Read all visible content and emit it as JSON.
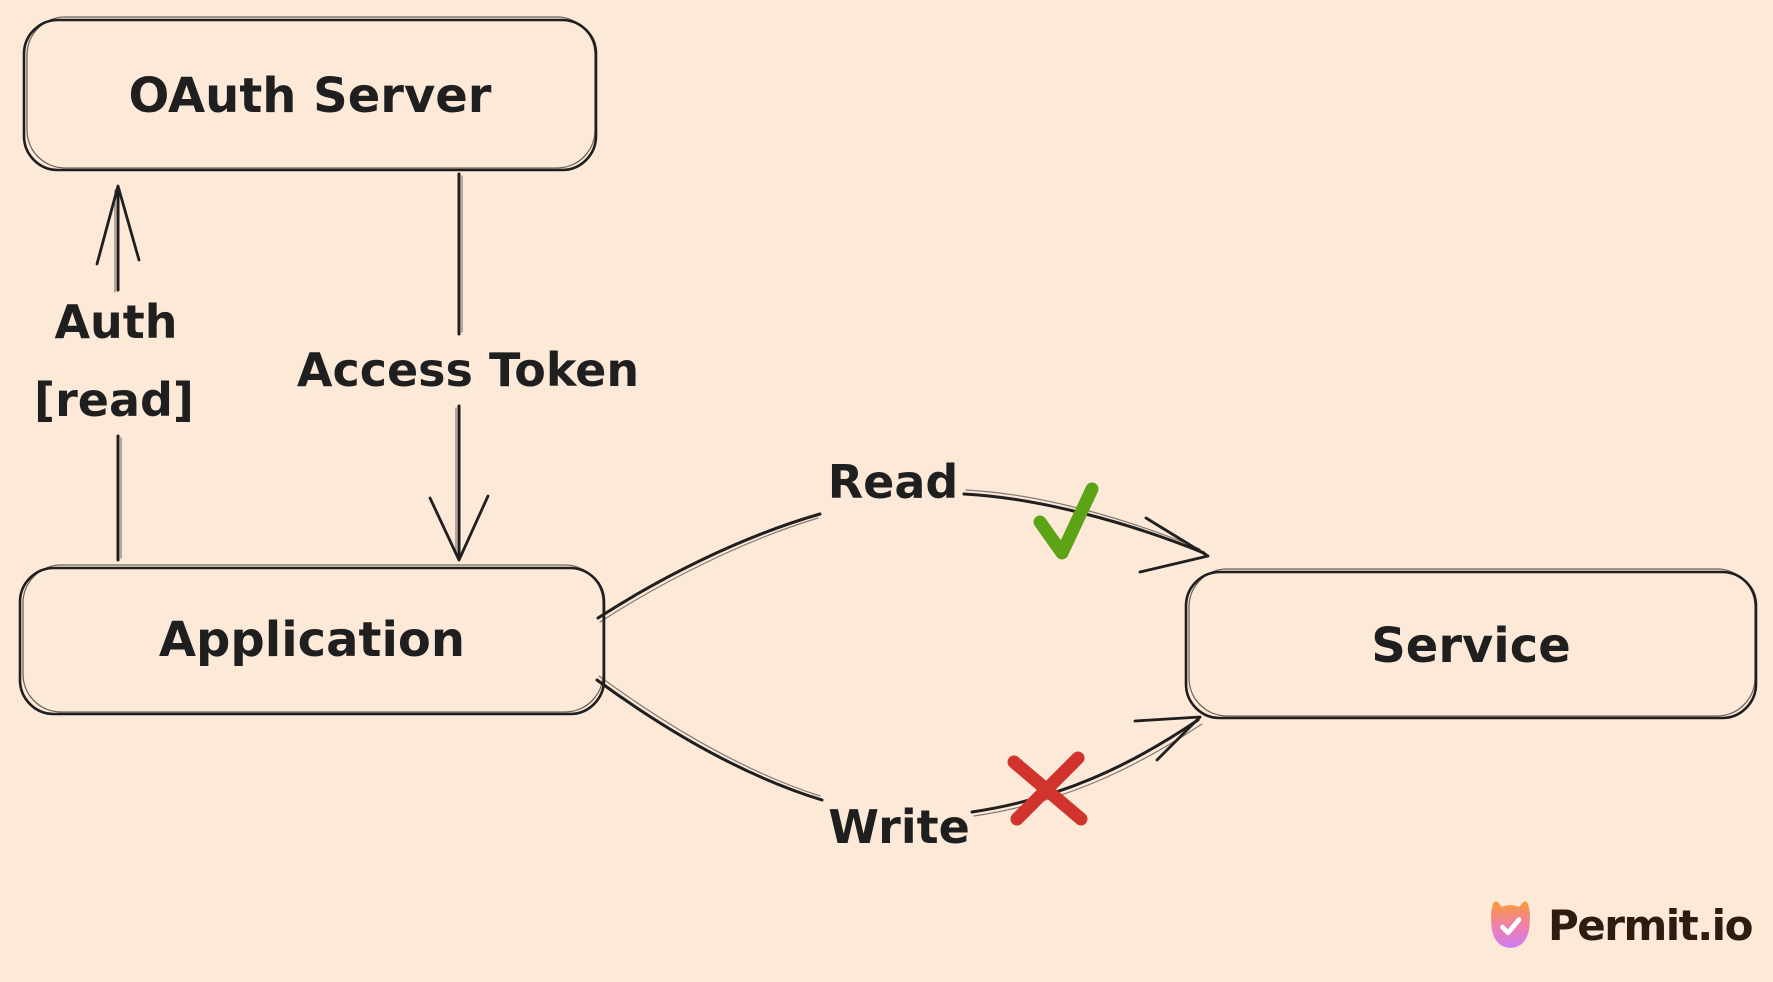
{
  "canvas": {
    "background_color": "#fde9d8",
    "ink_color": "#1f1f1f"
  },
  "nodes": {
    "oauth_server": {
      "label": "OAuth Server"
    },
    "application": {
      "label": "Application"
    },
    "service": {
      "label": "Service"
    }
  },
  "edges": {
    "auth": {
      "label_line1": "Auth",
      "label_line2": "[read]",
      "from": "Application",
      "to": "OAuth Server"
    },
    "access_token": {
      "label": "Access Token",
      "from": "OAuth Server",
      "to": "Application"
    },
    "read": {
      "label": "Read",
      "status": "allowed",
      "from": "Application",
      "to": "Service"
    },
    "write": {
      "label": "Write",
      "status": "denied",
      "from": "Application",
      "to": "Service"
    }
  },
  "markers": {
    "allowed_check_color": "#5da316",
    "denied_cross_color": "#d0342c"
  },
  "branding": {
    "logo_text": "Permit.io",
    "logo_text_color": "#2e1c10",
    "logo_gradient_top": "#f99b35",
    "logo_gradient_mid": "#ee7fae",
    "logo_gradient_bottom": "#cf7df3",
    "logo_check_color": "#ffffff"
  }
}
